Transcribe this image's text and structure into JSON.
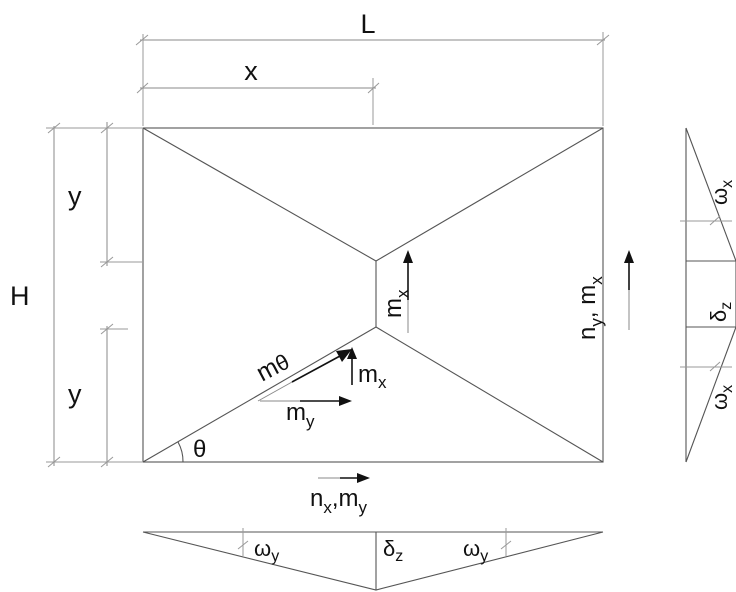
{
  "labels": {
    "L": "L",
    "x": "x",
    "H": "H",
    "y_top": "y",
    "y_bottom": "y",
    "theta": "θ",
    "m_theta_main": "m",
    "m_theta_sub": "θ",
    "mx_node_main": "m",
    "mx_node_sub": "x",
    "my_node_main": "m",
    "my_node_sub": "y",
    "mx_vertical_main": "m",
    "mx_vertical_sub": "x",
    "right_edge_n": "n",
    "right_edge_n_sub": "y",
    "right_edge_sep": ", ",
    "right_edge_m": "m",
    "right_edge_m_sub": "x",
    "bottom_n": "n",
    "bottom_n_sub": "x",
    "bottom_sep": ",",
    "bottom_m": "m",
    "bottom_m_sub": "y",
    "omega_y_left": "ω",
    "omega_y_left_sub": "y",
    "delta_z_bottom": "δ",
    "delta_z_bottom_sub": "z",
    "omega_y_right": "ω",
    "omega_y_right_sub": "y",
    "omega_x_top": "ω",
    "omega_x_top_sub": "x",
    "delta_z_right": "δ",
    "delta_z_right_sub": "z",
    "omega_x_bottom": "ω",
    "omega_x_bottom_sub": "x"
  }
}
